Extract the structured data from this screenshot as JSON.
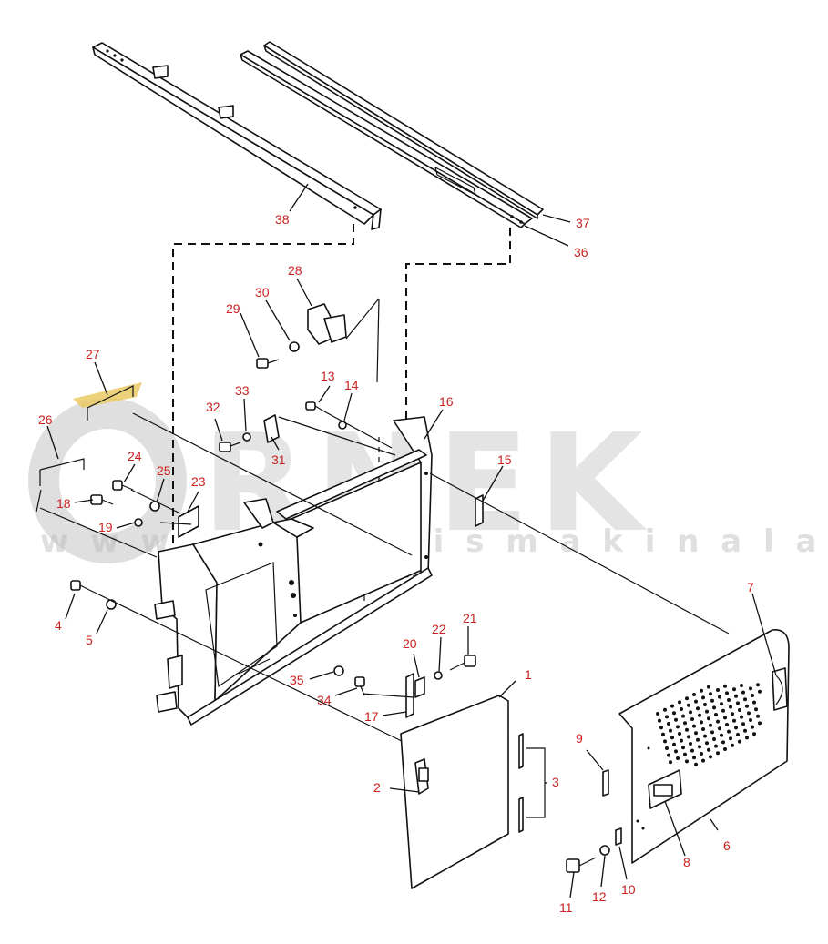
{
  "watermark": {
    "brand": "RNEK",
    "website": "w w w . o r n e k i s m a k i n a l a r i . c o m . t r",
    "accent_color": "#e8c75a"
  },
  "callout_color": "#cc1f1f",
  "callouts": [
    "1",
    "2",
    "3",
    "4",
    "5",
    "6",
    "7",
    "8",
    "9",
    "10",
    "11",
    "12",
    "13",
    "14",
    "15",
    "16",
    "17",
    "18",
    "19",
    "20",
    "21",
    "22",
    "23",
    "24",
    "25",
    "26",
    "27",
    "28",
    "29",
    "30",
    "31",
    "32",
    "33",
    "34",
    "35",
    "36",
    "37",
    "38"
  ]
}
